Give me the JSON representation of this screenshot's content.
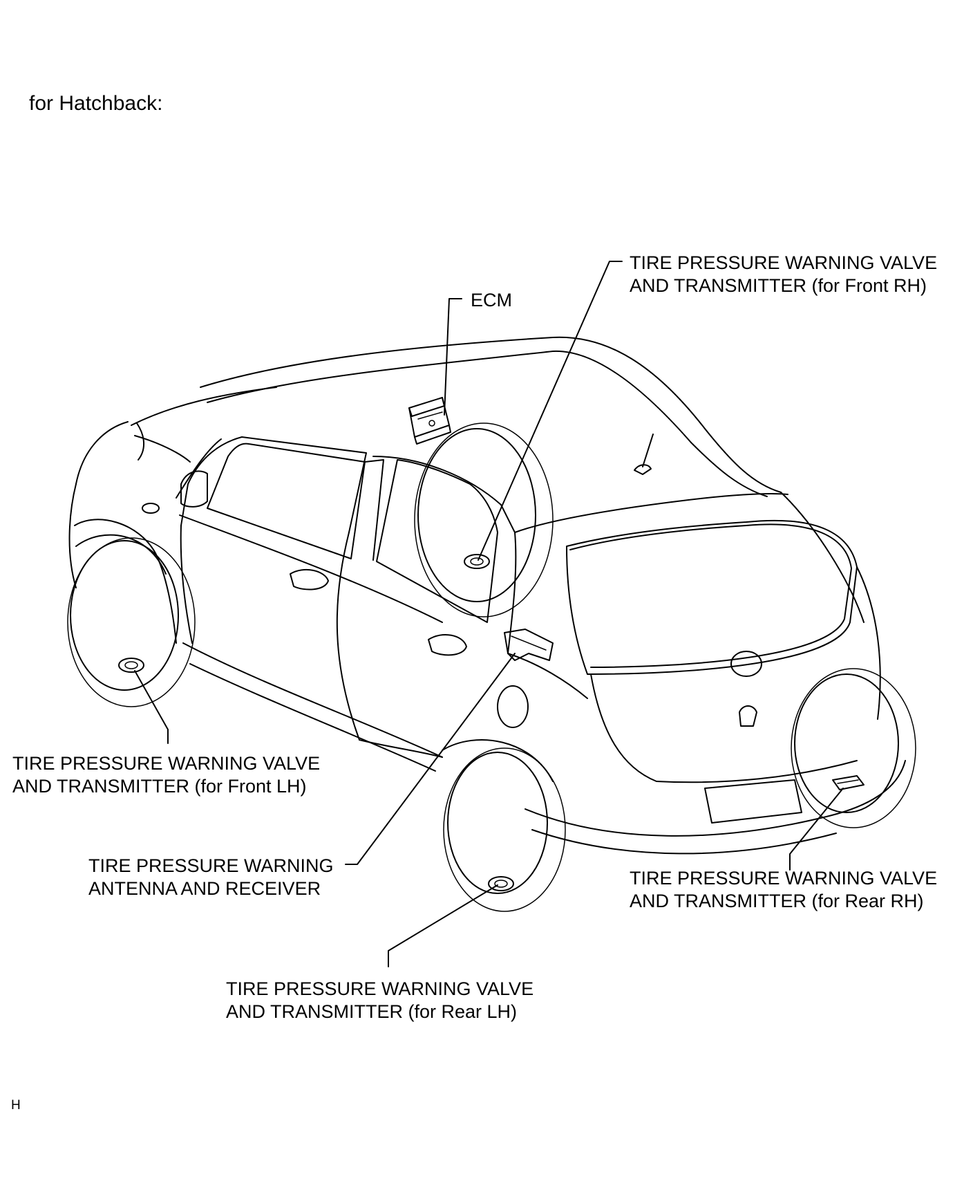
{
  "title": "for Hatchback:",
  "corner_mark": "H",
  "callouts": {
    "ecm": {
      "lines": [
        "ECM"
      ]
    },
    "front_rh": {
      "lines": [
        "TIRE PRESSURE WARNING VALVE",
        "AND TRANSMITTER (for Front RH)"
      ]
    },
    "front_lh": {
      "lines": [
        "TIRE PRESSURE WARNING VALVE",
        "AND TRANSMITTER (for Front LH)"
      ]
    },
    "antenna": {
      "lines": [
        "TIRE PRESSURE WARNING",
        "ANTENNA AND RECEIVER"
      ]
    },
    "rear_rh": {
      "lines": [
        "TIRE PRESSURE WARNING VALVE",
        "AND TRANSMITTER (for Rear RH)"
      ]
    },
    "rear_lh": {
      "lines": [
        "TIRE PRESSURE WARNING VALVE",
        "AND TRANSMITTER (for Rear LH)"
      ]
    }
  },
  "colors": {
    "ink": "#000000",
    "paper": "#ffffff"
  }
}
